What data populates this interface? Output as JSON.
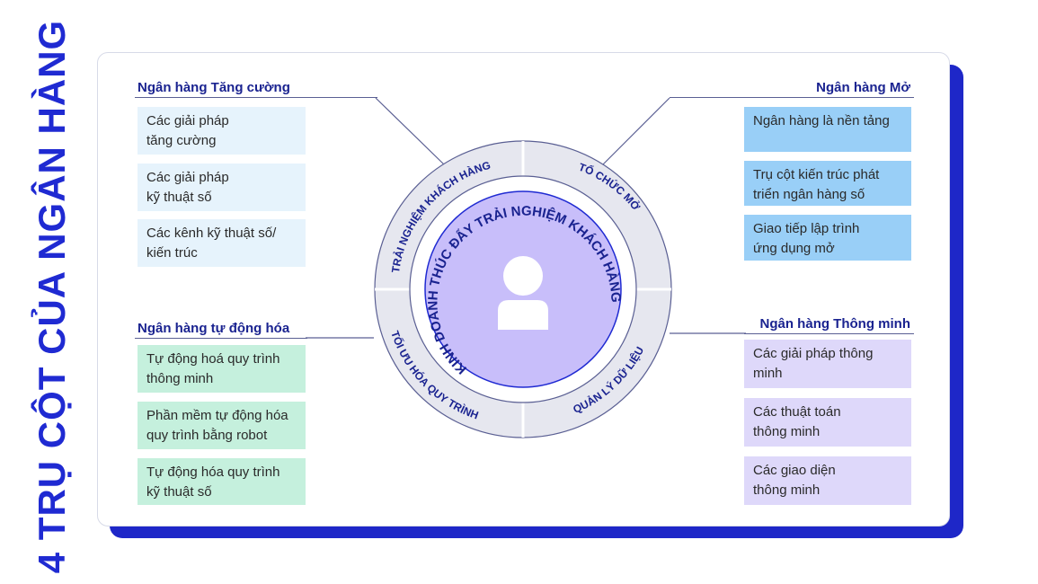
{
  "page_title": "4 TRỤ CỘT CỦA NGÂN HÀNG",
  "center_text": "KINH DOANH THÚC ĐẨY TRẢI NGHIỆM KHÁCH HÀNG",
  "ring_labels": {
    "top_left": "TRẢI NGHIỆM KHÁCH HÀNG",
    "top_right": "TỔ CHỨC MỞ",
    "bottom_left": "TỐI ƯU HÓA QUY TRÌNH",
    "bottom_right": "QUẢN LÝ DỮ LIỆU"
  },
  "sections": {
    "augmented": {
      "title": "Ngân hàng Tăng cường",
      "items": [
        "Các giải pháp\ntăng cường",
        "Các giải pháp\nkỹ thuật số",
        "Các kênh kỹ thuật số/\nkiến trúc"
      ]
    },
    "open": {
      "title": "Ngân hàng Mở",
      "items": [
        "Ngân hàng là nền tảng",
        "Trụ cột kiến trúc phát\ntriển ngân hàng số",
        "Giao tiếp lập trình\nứng dụng mở"
      ]
    },
    "automated": {
      "title": "Ngân hàng tự động hóa",
      "items": [
        "Tự động hoá quy trình\nthông minh",
        "Phần mềm tự động hóa\nquy trình bằng robot",
        "Tự động hóa quy trình\nkỹ thuật số"
      ]
    },
    "smart": {
      "title": "Ngân hàng Thông minh",
      "items": [
        "Các giải pháp thông\nminh",
        "Các thuật toán\nthông minh",
        "Các giao diện\nthông minh"
      ]
    }
  },
  "colors": {
    "brand": "#1f2ad2",
    "navy_text": "#1a2390",
    "ring": "#e6e7ef",
    "center": "#c8befa",
    "blue_light": "#e6f3fc",
    "blue": "#99cff7",
    "green": "#c5f0dd",
    "purple": "#ded8fa"
  },
  "icons": {
    "center": "person-icon"
  }
}
